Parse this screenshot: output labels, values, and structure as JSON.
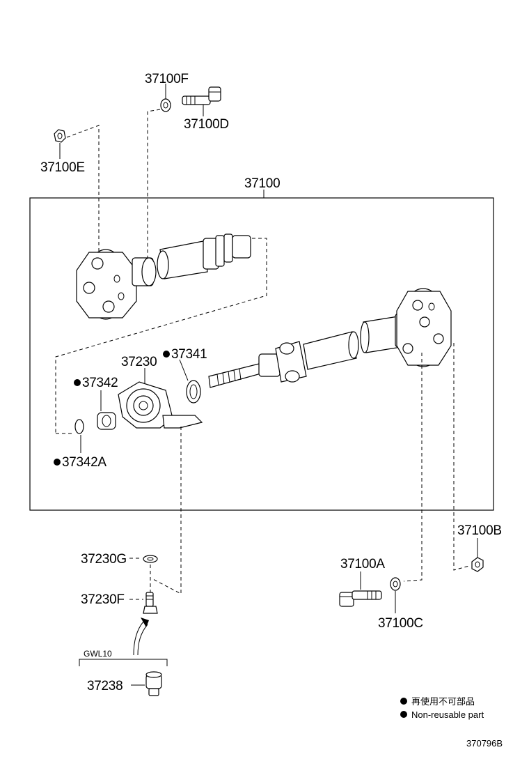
{
  "labels": {
    "p37100F": "37100F",
    "p37100D": "37100D",
    "p37100E": "37100E",
    "p37100": "37100",
    "p37230": "37230",
    "p37341": "37341",
    "p37342": "37342",
    "p37342A": "37342A",
    "p37100B": "37100B",
    "p37230G": "37230G",
    "p37230F": "37230F",
    "p37100A": "37100A",
    "p37100C": "37100C",
    "gwl": "GWL10",
    "p37238": "37238"
  },
  "legend": {
    "jp": "再使用不可部品",
    "en": "Non-reusable part"
  },
  "diagram_id": "370796B"
}
